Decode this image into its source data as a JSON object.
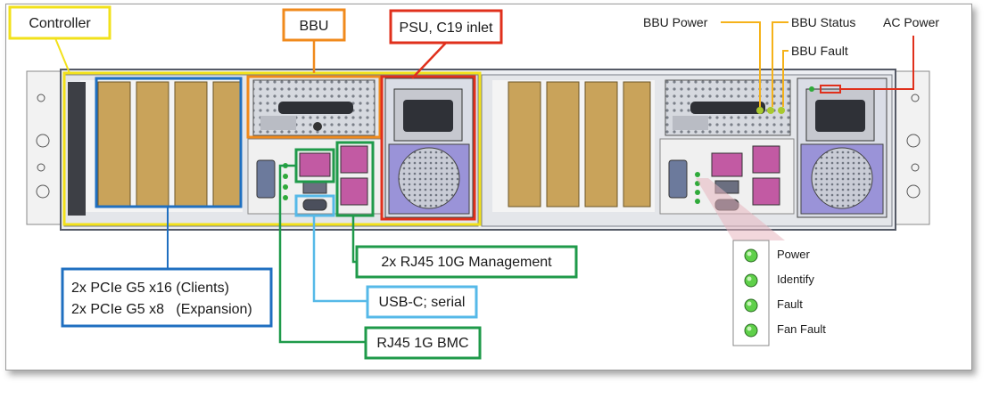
{
  "callouts": {
    "controller": "Controller",
    "bbu": "BBU",
    "psu": "PSU, C19 inlet",
    "bbu_power": "BBU Power",
    "bbu_status": "BBU Status",
    "bbu_fault": "BBU Fault",
    "ac_power": "AC Power",
    "pcie_line1": "2x PCIe G5 x16 (Clients)",
    "pcie_line2": "2x PCIe G5 x8   (Expansion)",
    "rj45_mgmt": "2x RJ45 10G Management",
    "usbc": "USB-C; serial",
    "rj45_bmc": "RJ45 1G BMC"
  },
  "led_legend": [
    "Power",
    "Identify",
    "Fault",
    "Fan Fault"
  ],
  "colors": {
    "controller": "#f2e11b",
    "bbu": "#f08a1c",
    "psu": "#e0301c",
    "pcie": "#1f6fc0",
    "usbc": "#56b9e8",
    "green": "#1f9a4a",
    "led": "#5fd04a"
  }
}
